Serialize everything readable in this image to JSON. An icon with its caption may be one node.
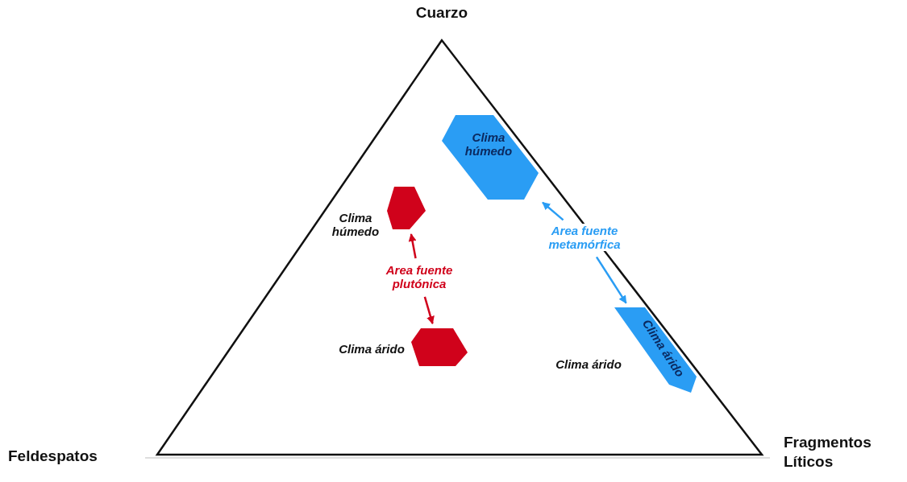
{
  "diagram": {
    "nodes": [
      {
        "text": [],
        "shape": "hexagon",
        "beside": [
          "Clima húmedo"
        ]
      },
      {
        "text": [
          "Area fuente plutónica"
        ]
      },
      {
        "text": [],
        "shape": "hexagon",
        "beside": [
          "Clima árido"
        ]
      },
      {
        "text": [
          "Clima húmedo"
        ]
      },
      {
        "text": [
          "Area fuente metamórfica"
        ]
      },
      {
        "text": [
          "Clima árido"
        ]
      }
    ],
    "edges": [
      {
        "from": 1,
        "to": 0,
        "arrow": "to",
        "color": "#d0021b"
      },
      {
        "from": 1,
        "to": 2,
        "arrow": "to",
        "color": "#d0021b"
      },
      {
        "from": 4,
        "to": 3,
        "arrow": "to",
        "color": "#2a9df4"
      },
      {
        "from": 4,
        "to": 5,
        "arrow": "to",
        "color": "#2a9df4"
      }
    ],
    "labels": [
      "Cuarzo",
      "Clima árido",
      "Feldespatos",
      "Fragmentos Líticos"
    ]
  }
}
